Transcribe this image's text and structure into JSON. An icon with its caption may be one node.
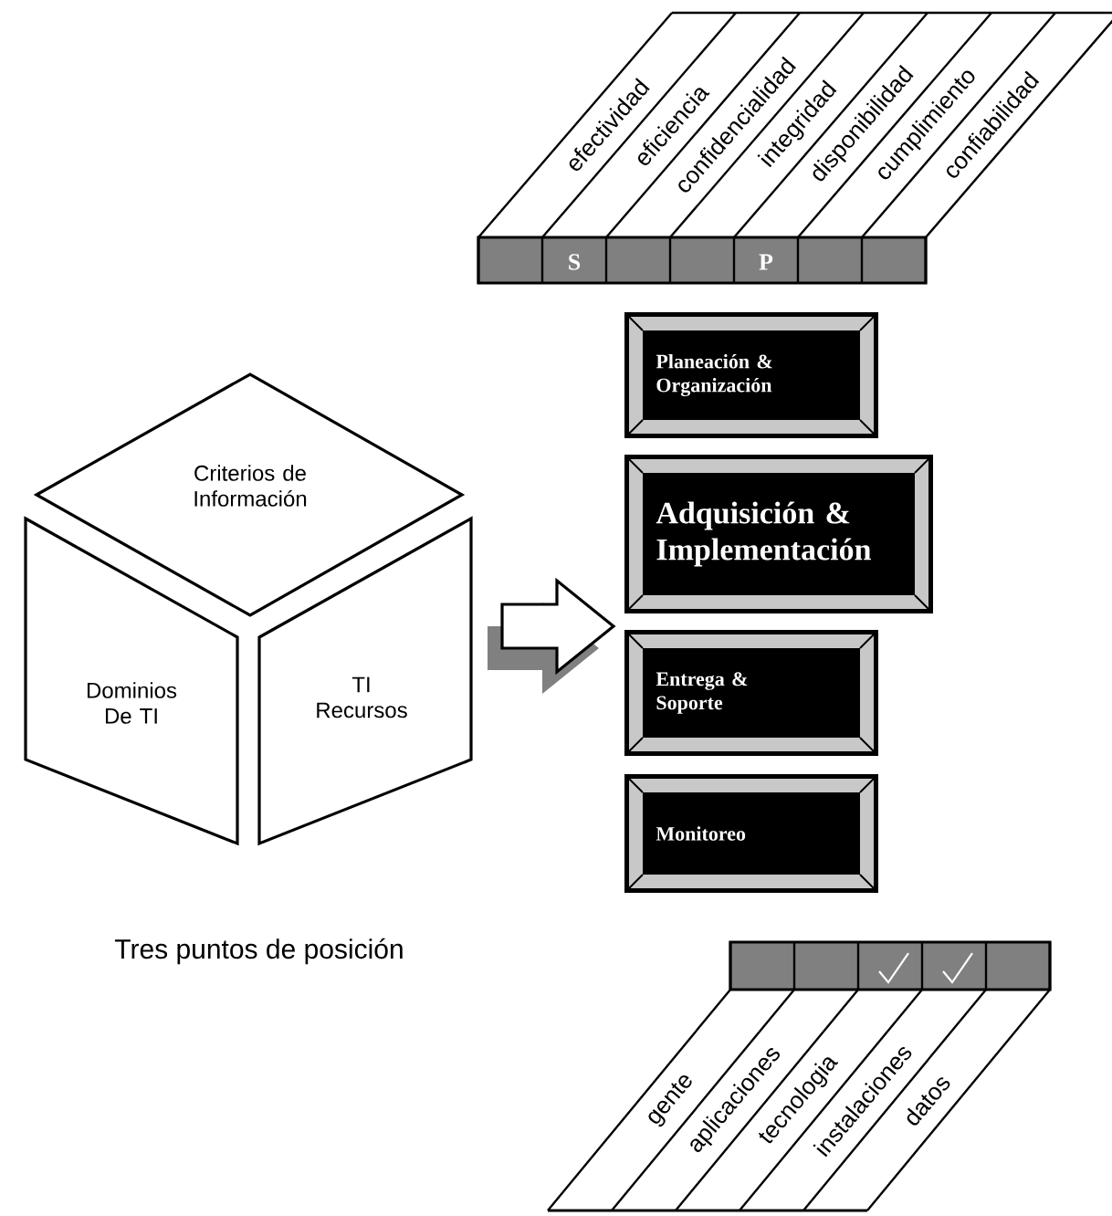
{
  "diagram": {
    "nodes": [
      {
        "text": [
          "Criterios de Información"
        ]
      },
      {
        "text": [
          "Dominios De TI"
        ]
      },
      {
        "text": [
          "TI Recursos"
        ]
      },
      {
        "text": [
          "Planeación & Organización"
        ]
      },
      {
        "text": [
          "Adquisición & Implementación"
        ]
      },
      {
        "text": [
          "Entrega & Soporte"
        ]
      },
      {
        "text": [
          "Monitoreo"
        ]
      }
    ],
    "edges": [
      {
        "from": 2,
        "to": 4,
        "arrow": "to"
      }
    ],
    "labels": [
      "efectividad",
      "eficiencia",
      "confidencialidad",
      "integridad",
      "disponibilidad",
      "cumplimiento",
      "confiabilidad",
      "S",
      "P",
      "Tres puntos de posición",
      "gente",
      "aplicaciones",
      "tecnologia",
      "instalaciones",
      "datos"
    ]
  }
}
